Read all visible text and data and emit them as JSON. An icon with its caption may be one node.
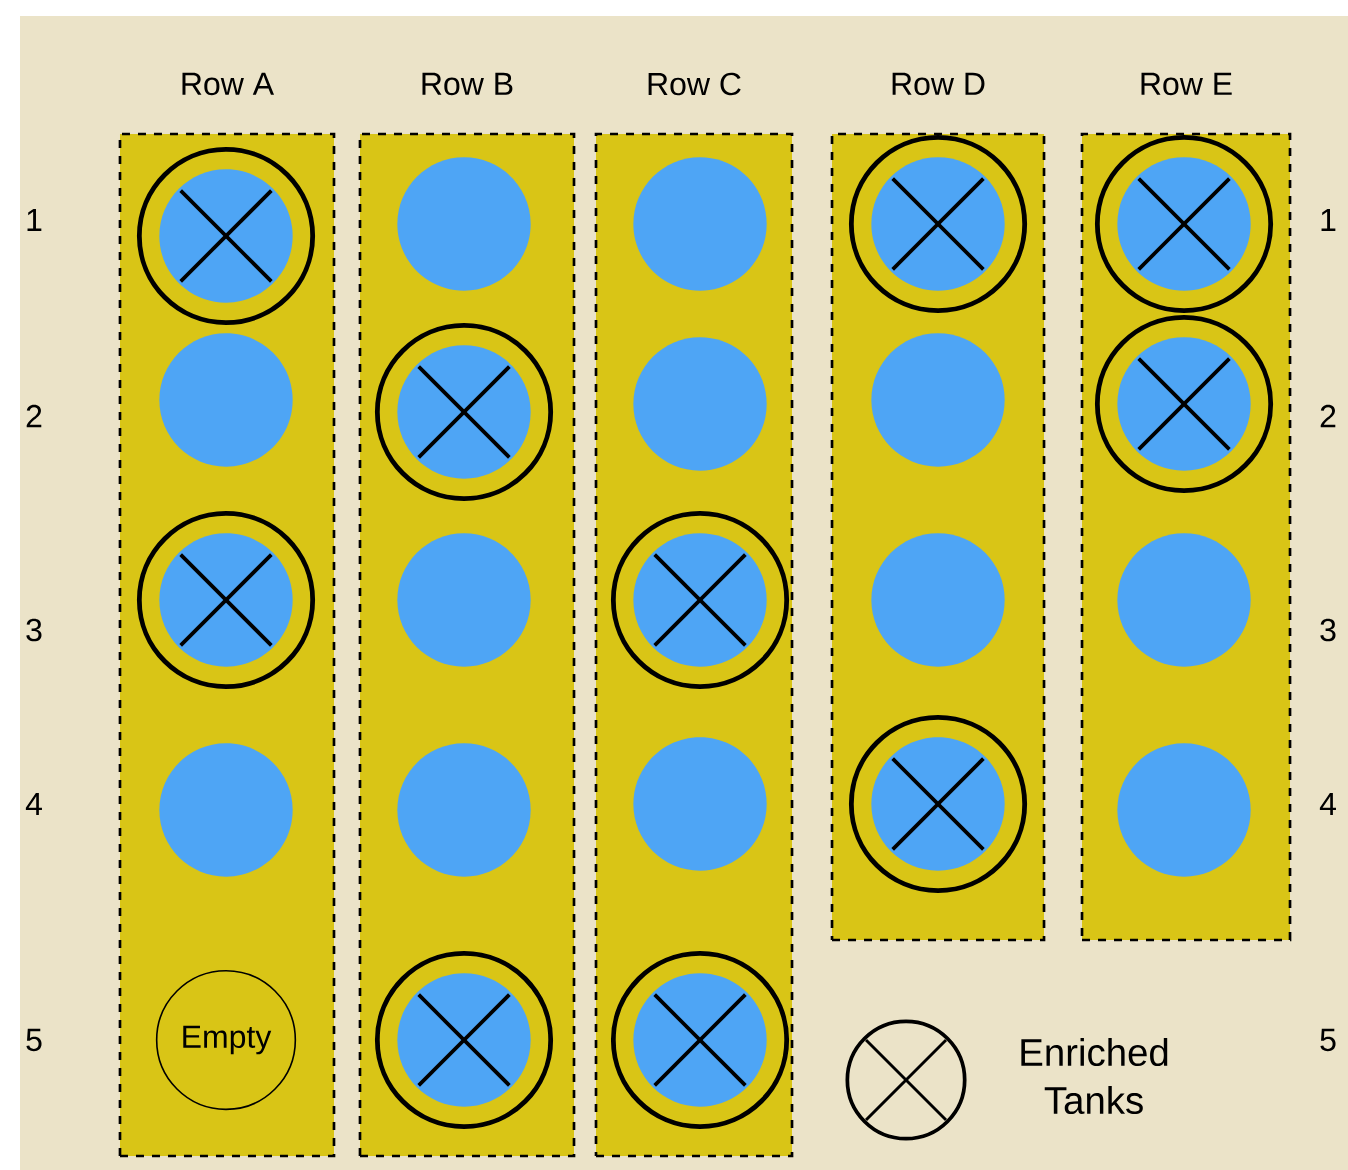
{
  "diagram": {
    "nodes": [
      {
        "text": [
          "Row A"
        ]
      },
      {
        "text": [],
        "shape": "crossed-circle",
        "in": 0
      },
      {
        "text": [],
        "shape": "circle",
        "in": 0
      },
      {
        "text": [],
        "shape": "crossed-circle",
        "in": 0
      },
      {
        "text": [],
        "shape": "circle",
        "in": 0
      },
      {
        "text": [
          "Empty"
        ],
        "in": 0
      },
      {
        "text": [
          "Row B"
        ]
      },
      {
        "text": [],
        "shape": "circle",
        "in": 6
      },
      {
        "text": [],
        "shape": "crossed-circle",
        "in": 6
      },
      {
        "text": [],
        "shape": "circle",
        "in": 6
      },
      {
        "text": [],
        "shape": "circle",
        "in": 6
      },
      {
        "text": [],
        "shape": "crossed-circle",
        "in": 6
      },
      {
        "text": [
          "Row C"
        ]
      },
      {
        "text": [],
        "shape": "circle",
        "in": 12
      },
      {
        "text": [],
        "shape": "circle",
        "in": 12
      },
      {
        "text": [],
        "shape": "crossed-circle",
        "in": 12
      },
      {
        "text": [],
        "shape": "circle",
        "in": 12
      },
      {
        "text": [],
        "shape": "crossed-circle",
        "in": 12
      },
      {
        "text": [
          "Row D"
        ]
      },
      {
        "text": [],
        "shape": "crossed-circle",
        "in": 18
      },
      {
        "text": [],
        "shape": "circle",
        "in": 18
      },
      {
        "text": [],
        "shape": "circle",
        "in": 18
      },
      {
        "text": [],
        "shape": "crossed-circle",
        "in": 18
      },
      {
        "text": [
          "Row E"
        ]
      },
      {
        "text": [],
        "shape": "crossed-circle",
        "in": 23
      },
      {
        "text": [],
        "shape": "crossed-circle",
        "in": 23
      },
      {
        "text": [],
        "shape": "circle",
        "in": 23
      },
      {
        "text": [],
        "shape": "circle",
        "in": 23
      }
    ],
    "labels": [
      "1",
      "1",
      "2",
      "2",
      "3",
      "3",
      "4",
      "4",
      "5",
      "5"
    ],
    "legend": [
      {
        "text": "Enriched Tanks"
      }
    ]
  }
}
